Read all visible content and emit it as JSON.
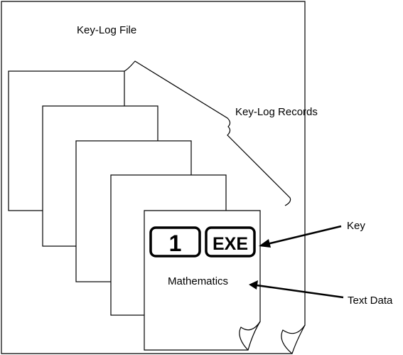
{
  "labels": {
    "file": "Key-Log File",
    "records": "Key-Log Records",
    "key": "Key",
    "text_data": "Text Data",
    "mathematics": "Mathematics"
  },
  "keys": {
    "digit": "1",
    "exe": "EXE"
  },
  "colors": {
    "stroke": "#000000",
    "background": "#ffffff"
  }
}
